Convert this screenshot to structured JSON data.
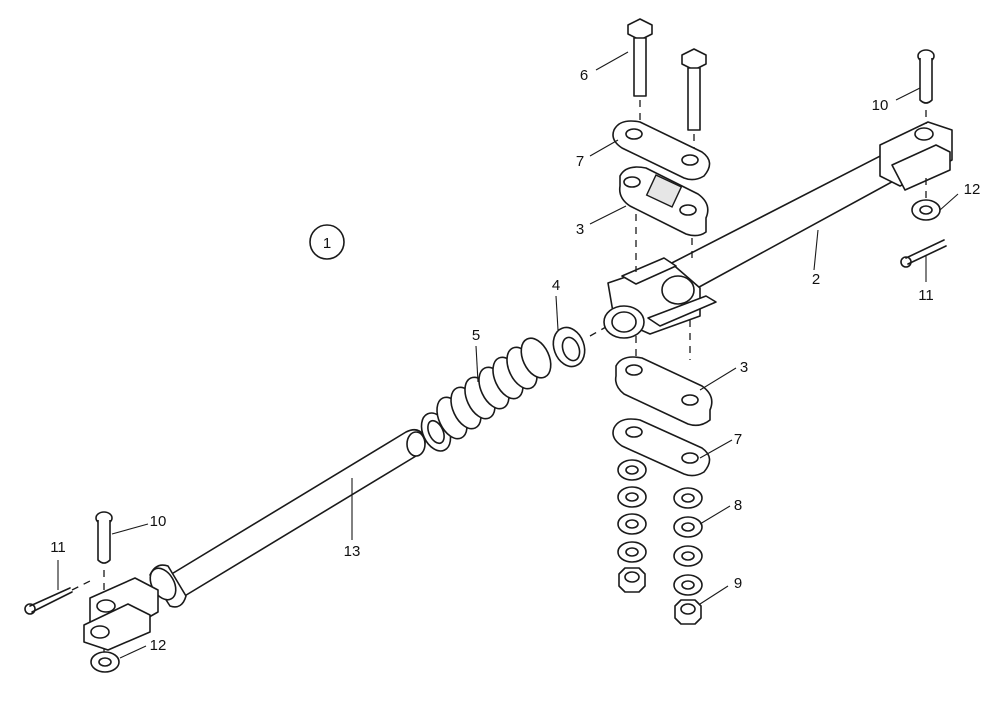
{
  "figure": {
    "assembly_number": "1",
    "callouts": {
      "c2": "2",
      "c3_top": "3",
      "c3_bottom": "3",
      "c4": "4",
      "c5": "5",
      "c6": "6",
      "c7_top": "7",
      "c7_bottom": "7",
      "c8": "8",
      "c9": "9",
      "c10_right": "10",
      "c10_left": "10",
      "c11_right": "11",
      "c11_left": "11",
      "c12_right": "12",
      "c12_left": "12",
      "c13": "13"
    }
  }
}
